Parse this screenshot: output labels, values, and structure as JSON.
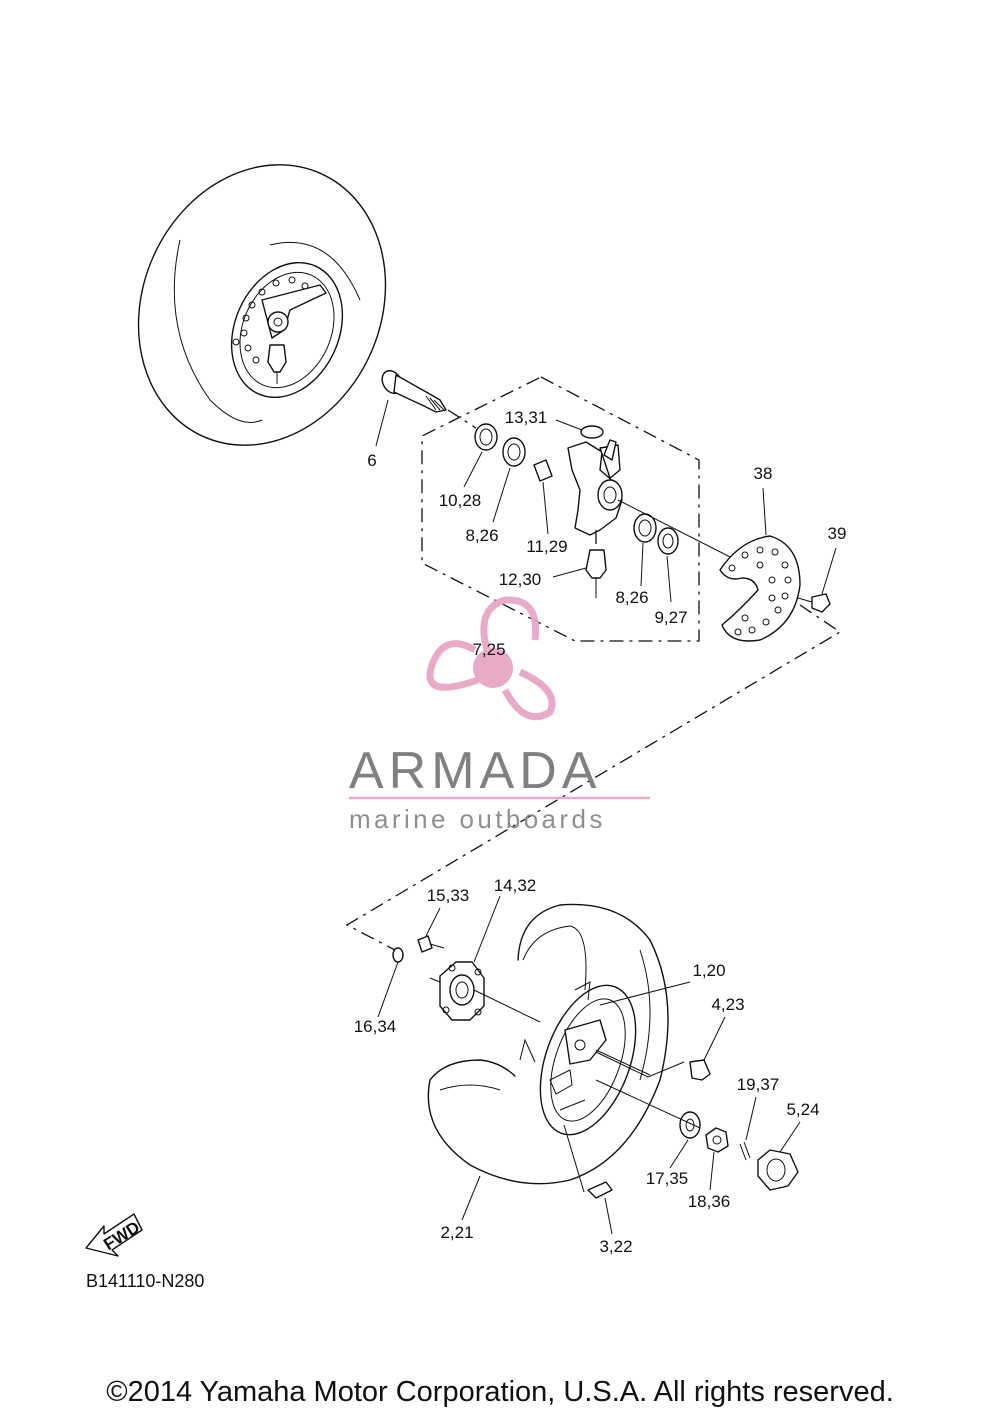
{
  "diagram": {
    "id_code": "B141110-N280",
    "fwd_label": "FWD",
    "copyright": "©2014 Yamaha Motor Corporation, U.S.A. All rights reserved.",
    "watermark": {
      "name": "ARMADA",
      "subtitle": "marine outboards",
      "accent_color": "#e8a6c6",
      "text_color": "#7a7a7a"
    },
    "callouts": [
      {
        "id": "c6",
        "text": "6"
      },
      {
        "id": "c13_31",
        "text": "13,31"
      },
      {
        "id": "c10_28",
        "text": "10,28"
      },
      {
        "id": "c8_26a",
        "text": "8,26"
      },
      {
        "id": "c11_29",
        "text": "11,29"
      },
      {
        "id": "c12_30",
        "text": "12,30"
      },
      {
        "id": "c8_26b",
        "text": "8,26"
      },
      {
        "id": "c9_27",
        "text": "9,27"
      },
      {
        "id": "c7_25",
        "text": "7,25"
      },
      {
        "id": "c38",
        "text": "38"
      },
      {
        "id": "c39",
        "text": "39"
      },
      {
        "id": "c15_33",
        "text": "15,33"
      },
      {
        "id": "c14_32",
        "text": "14,32"
      },
      {
        "id": "c1_20",
        "text": "1,20"
      },
      {
        "id": "c4_23",
        "text": "4,23"
      },
      {
        "id": "c16_34",
        "text": "16,34"
      },
      {
        "id": "c19_37",
        "text": "19,37"
      },
      {
        "id": "c5_24",
        "text": "5,24"
      },
      {
        "id": "c17_35",
        "text": "17,35"
      },
      {
        "id": "c18_36",
        "text": "18,36"
      },
      {
        "id": "c2_21",
        "text": "2,21"
      },
      {
        "id": "c3_22",
        "text": "3,22"
      }
    ]
  }
}
